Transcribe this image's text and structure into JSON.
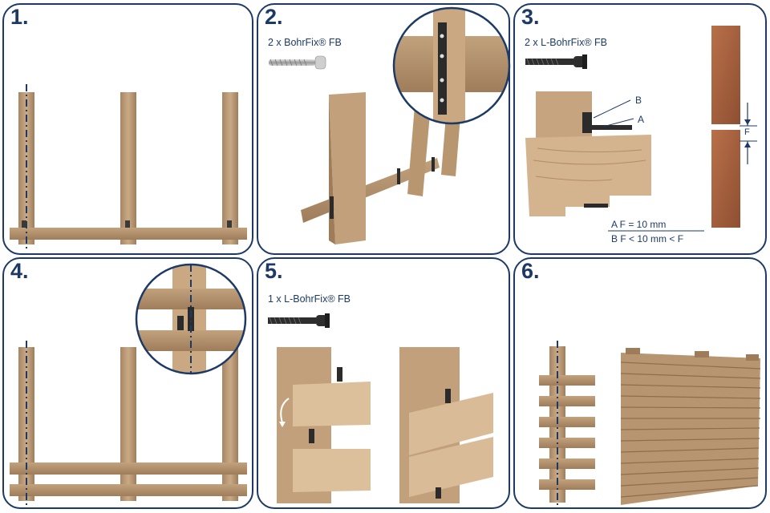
{
  "steps": [
    {
      "number": "1."
    },
    {
      "number": "2.",
      "caption": "2 x BohrFix® FB"
    },
    {
      "number": "3.",
      "caption": "2 x L-BohrFix® FB",
      "labels": {
        "b": "B",
        "a": "A",
        "f": "F"
      },
      "legend": {
        "a": "A   F = 10 mm",
        "b": "B   F < 10 mm < F"
      }
    },
    {
      "number": "4."
    },
    {
      "number": "5.",
      "caption": "1 x L-BohrFix® FB"
    },
    {
      "number": "6."
    }
  ],
  "icons": [
    "screw-icon",
    "l-screw-icon",
    "connector-bracket-icon",
    "turn-arrow-icon"
  ],
  "colors": {
    "frame": "#1d3a66",
    "wood_light": "#c9a882",
    "wood_dark": "#9c7a58",
    "steel": "#2b2b2b"
  }
}
